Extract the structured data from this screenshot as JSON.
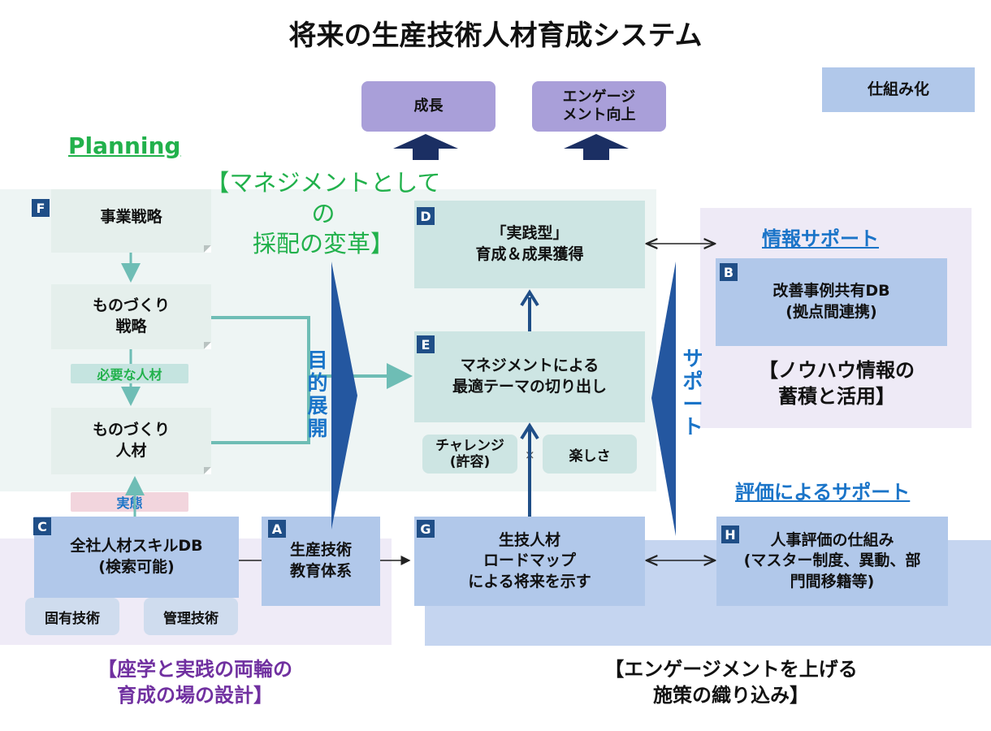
{
  "title": "将来の生産技術人材育成システム",
  "legend": {
    "label": "仕組み化"
  },
  "outcomes": {
    "growth": "成長",
    "engagement": "エンゲージ\nメント向上"
  },
  "planning": {
    "heading": "Planning"
  },
  "management_note": "【マネジメントとしての\n採配の変革】",
  "boxes": {
    "F": {
      "letter": "F",
      "text": "事業戦略"
    },
    "strategy": {
      "text": "ものづくり\n戦略"
    },
    "talent": {
      "text": "ものづくり\n人材"
    },
    "D": {
      "letter": "D",
      "text": "「実践型」\n育成＆成果獲得"
    },
    "E": {
      "letter": "E",
      "text": "マネジメントによる\n最適テーマの切り出し"
    },
    "B": {
      "letter": "B",
      "text": "改善事例共有DB\n(拠点間連携)"
    },
    "C": {
      "letter": "C",
      "text": "全社人材スキルDB\n(検索可能)"
    },
    "A": {
      "letter": "A",
      "text": "生産技術\n教育体系"
    },
    "G": {
      "letter": "G",
      "text": "生技人材\nロードマップ\nによる将来を示す"
    },
    "H": {
      "letter": "H",
      "text": "人事評価の仕組み\n(マスター制度、異動、部\n門間移籍等)"
    }
  },
  "labels": {
    "required_talent": "必要な人材",
    "actual": "実態",
    "challenge": "チャレンジ\n(許容)",
    "times": "×",
    "fun": "楽しさ",
    "purpose": "目\n的\n展\n開",
    "support": "サ\nポ\nー\nト"
  },
  "skills": {
    "specific": "固有技術",
    "management": "管理技術"
  },
  "headings": {
    "info_support": "情報サポート",
    "eval_support": "評価によるサポート"
  },
  "brackets": {
    "knowhow": "【ノウハウ情報の\n蓄積と活用】",
    "learning": "【座学と実践の両輪の\n育成の場の設計】",
    "engagement": "【エンゲージメントを上げる\n施策の織り込み】"
  },
  "colors": {
    "dark_blue": "#1f4e87",
    "teal_arrow": "#6ebdb5",
    "box_blue": "#b1c8ea",
    "note_green": "#e5efec",
    "outcome_purple": "#a99fd9",
    "planning_green": "#22b14c",
    "heading_blue": "#1a74c8",
    "bracket_purple": "#7030a0"
  }
}
